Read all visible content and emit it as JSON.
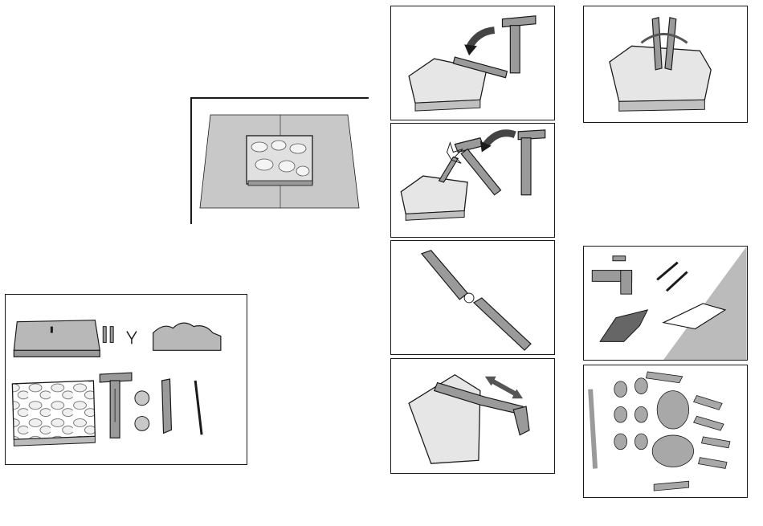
{
  "panels": [
    {
      "id": "kit",
      "content": "kit-contents"
    },
    {
      "id": "tray",
      "content": "plaster-block-on-tray"
    },
    {
      "id": "step1",
      "content": "hammer-chisel-strike"
    },
    {
      "id": "step2",
      "content": "hammer-chisel-impact"
    },
    {
      "id": "step3",
      "content": "chisel-assembly"
    },
    {
      "id": "step4",
      "content": "scraping-block"
    },
    {
      "id": "step5",
      "content": "brush-cleaning"
    },
    {
      "id": "step6",
      "content": "washing-bones-under-tap"
    },
    {
      "id": "step7",
      "content": "dinosaur-bones-collection"
    }
  ],
  "colors": {
    "outline": "#1a1a1a",
    "plaster": "#e6e6e6",
    "tool": "#9a9a9a",
    "tray": "#c8c8c8",
    "sparkle": "#ffffff"
  },
  "icons": {
    "hammer": "hammer-icon",
    "chisel": "chisel-icon",
    "brush": "brush-icon",
    "tap": "water-tap-icon",
    "arrow": "motion-arrow-icon"
  }
}
